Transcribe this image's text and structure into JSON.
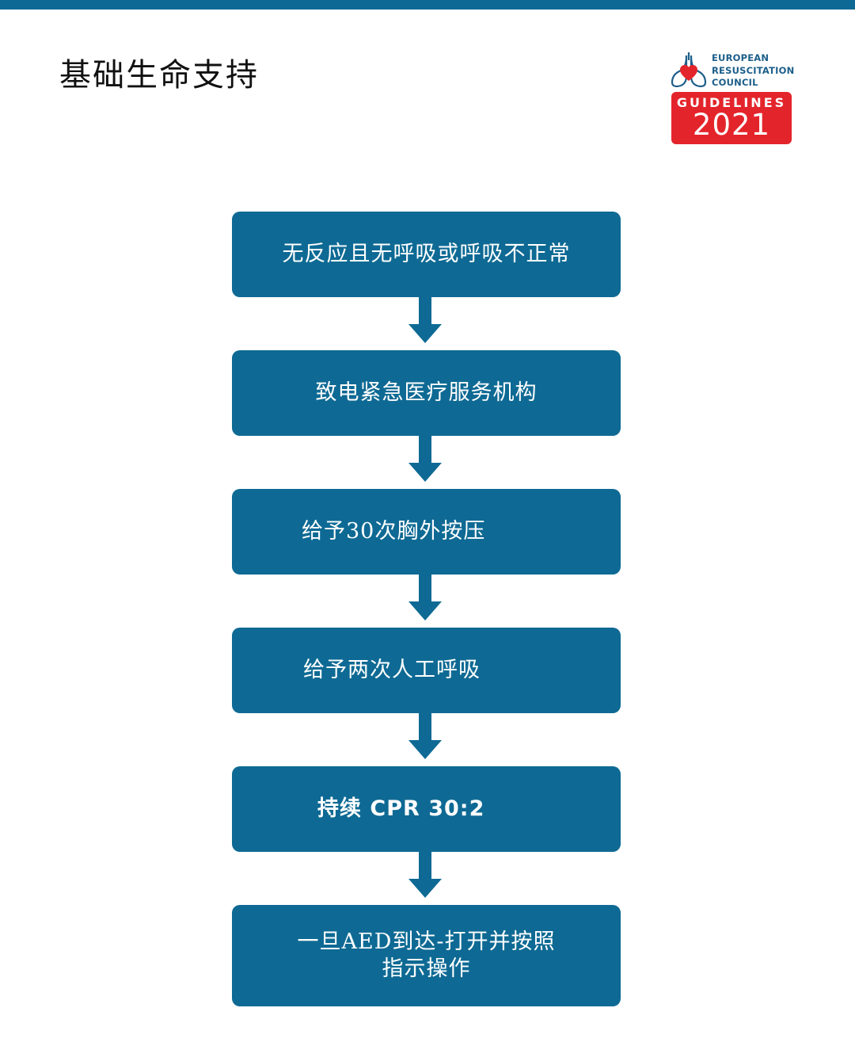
{
  "title": "基础生命支持",
  "logo": {
    "org_lines": [
      "EUROPEAN",
      "RESUSCITATION",
      "COUNCIL"
    ],
    "badge_top": "GUIDELINES",
    "badge_year": "2021",
    "icon": "lungs-heart-icon"
  },
  "steps": [
    {
      "label": "无反应且无呼吸或呼吸不正常"
    },
    {
      "label": "致电紧急医疗服务机构"
    },
    {
      "label": "给予30次胸外按压"
    },
    {
      "label": "给予两次人工呼吸"
    },
    {
      "label": "持续 CPR 30:2"
    },
    {
      "label": "一旦AED到达-打开并按照指示操作"
    }
  ],
  "colors": {
    "primary": "#0e6a94",
    "badge": "#e4242b",
    "org_text": "#1d5f8a"
  }
}
